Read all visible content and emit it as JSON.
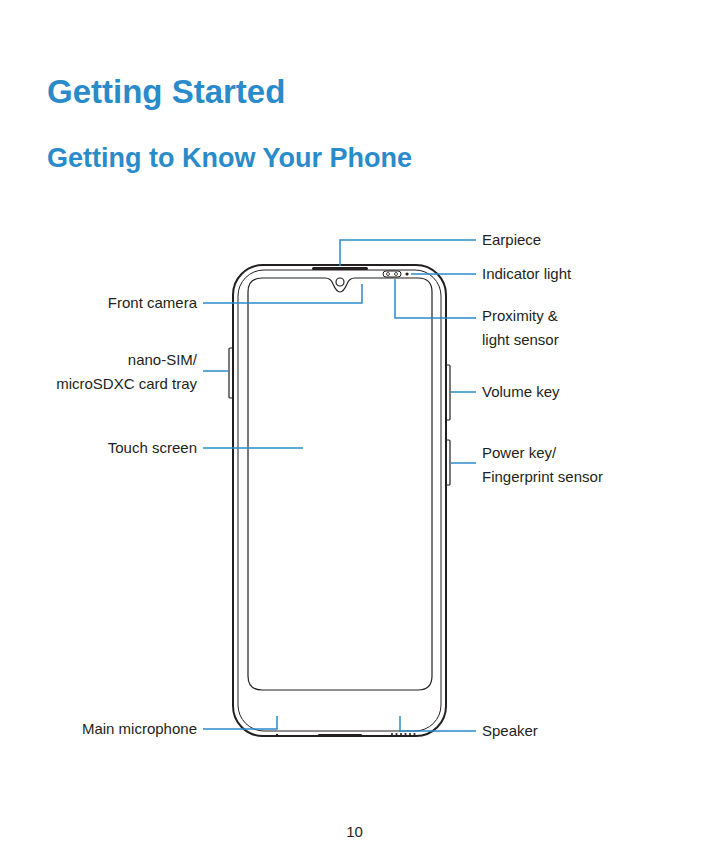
{
  "diagram": {
    "title": "Getting Started",
    "labels": [
      "Getting to Know Your Phone",
      "Earpiece",
      "Indicator light",
      "Front camera",
      "Proximity & light sensor",
      "nano-SIM/ microSDXC card tray",
      "Volume key",
      "Touch screen",
      "Power key/ Fingerprint sensor",
      "Main microphone",
      "Speaker",
      "10"
    ]
  }
}
